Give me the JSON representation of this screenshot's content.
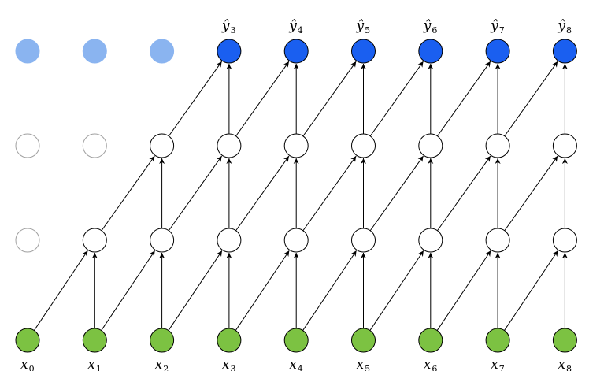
{
  "diagram": {
    "rows": [
      {
        "name": "output",
        "nodes": [
          {
            "color": "#8ab4f0",
            "faded": true
          },
          {
            "color": "#8ab4f0",
            "faded": true
          },
          {
            "color": "#8ab4f0",
            "faded": true
          },
          {
            "color": "#1a5ff0",
            "label_base": "ŷ",
            "label_sub": "3"
          },
          {
            "color": "#1a5ff0",
            "label_base": "ŷ",
            "label_sub": "4"
          },
          {
            "color": "#1a5ff0",
            "label_base": "ŷ",
            "label_sub": "5"
          },
          {
            "color": "#1a5ff0",
            "label_base": "ŷ",
            "label_sub": "6"
          },
          {
            "color": "#1a5ff0",
            "label_base": "ŷ",
            "label_sub": "7"
          },
          {
            "color": "#1a5ff0",
            "label_base": "ŷ",
            "label_sub": "8"
          }
        ]
      },
      {
        "name": "hidden-2",
        "nodes": [
          {
            "color": "#ffffff",
            "faded": true
          },
          {
            "color": "#ffffff",
            "faded": true
          },
          {
            "color": "#ffffff"
          },
          {
            "color": "#ffffff"
          },
          {
            "color": "#ffffff"
          },
          {
            "color": "#ffffff"
          },
          {
            "color": "#ffffff"
          },
          {
            "color": "#ffffff"
          },
          {
            "color": "#ffffff"
          }
        ]
      },
      {
        "name": "hidden-1",
        "nodes": [
          {
            "color": "#ffffff",
            "faded": true
          },
          {
            "color": "#ffffff"
          },
          {
            "color": "#ffffff"
          },
          {
            "color": "#ffffff"
          },
          {
            "color": "#ffffff"
          },
          {
            "color": "#ffffff"
          },
          {
            "color": "#ffffff"
          },
          {
            "color": "#ffffff"
          },
          {
            "color": "#ffffff"
          }
        ]
      },
      {
        "name": "input",
        "nodes": [
          {
            "color": "#7cc242",
            "label_base": "x",
            "label_sub": "0"
          },
          {
            "color": "#7cc242",
            "label_base": "x",
            "label_sub": "1"
          },
          {
            "color": "#7cc242",
            "label_base": "x",
            "label_sub": "2"
          },
          {
            "color": "#7cc242",
            "label_base": "x",
            "label_sub": "3"
          },
          {
            "color": "#7cc242",
            "label_base": "x",
            "label_sub": "4"
          },
          {
            "color": "#7cc242",
            "label_base": "x",
            "label_sub": "5"
          },
          {
            "color": "#7cc242",
            "label_base": "x",
            "label_sub": "6"
          },
          {
            "color": "#7cc242",
            "label_base": "x",
            "label_sub": "7"
          },
          {
            "color": "#7cc242",
            "label_base": "x",
            "label_sub": "8"
          }
        ]
      }
    ],
    "edges": [
      {
        "from": [
          3,
          0
        ],
        "to": [
          2,
          1
        ]
      },
      {
        "from": [
          3,
          1
        ],
        "to": [
          2,
          1
        ]
      },
      {
        "from": [
          3,
          1
        ],
        "to": [
          2,
          2
        ]
      },
      {
        "from": [
          3,
          2
        ],
        "to": [
          2,
          2
        ]
      },
      {
        "from": [
          3,
          2
        ],
        "to": [
          2,
          3
        ]
      },
      {
        "from": [
          3,
          3
        ],
        "to": [
          2,
          3
        ]
      },
      {
        "from": [
          3,
          3
        ],
        "to": [
          2,
          4
        ]
      },
      {
        "from": [
          3,
          4
        ],
        "to": [
          2,
          4
        ]
      },
      {
        "from": [
          3,
          4
        ],
        "to": [
          2,
          5
        ]
      },
      {
        "from": [
          3,
          5
        ],
        "to": [
          2,
          5
        ]
      },
      {
        "from": [
          3,
          5
        ],
        "to": [
          2,
          6
        ]
      },
      {
        "from": [
          3,
          6
        ],
        "to": [
          2,
          6
        ]
      },
      {
        "from": [
          3,
          6
        ],
        "to": [
          2,
          7
        ]
      },
      {
        "from": [
          3,
          7
        ],
        "to": [
          2,
          7
        ]
      },
      {
        "from": [
          3,
          7
        ],
        "to": [
          2,
          8
        ]
      },
      {
        "from": [
          3,
          8
        ],
        "to": [
          2,
          8
        ]
      },
      {
        "from": [
          2,
          1
        ],
        "to": [
          1,
          2
        ]
      },
      {
        "from": [
          2,
          2
        ],
        "to": [
          1,
          2
        ]
      },
      {
        "from": [
          2,
          2
        ],
        "to": [
          1,
          3
        ]
      },
      {
        "from": [
          2,
          3
        ],
        "to": [
          1,
          3
        ]
      },
      {
        "from": [
          2,
          3
        ],
        "to": [
          1,
          4
        ]
      },
      {
        "from": [
          2,
          4
        ],
        "to": [
          1,
          4
        ]
      },
      {
        "from": [
          2,
          4
        ],
        "to": [
          1,
          5
        ]
      },
      {
        "from": [
          2,
          5
        ],
        "to": [
          1,
          5
        ]
      },
      {
        "from": [
          2,
          5
        ],
        "to": [
          1,
          6
        ]
      },
      {
        "from": [
          2,
          6
        ],
        "to": [
          1,
          6
        ]
      },
      {
        "from": [
          2,
          6
        ],
        "to": [
          1,
          7
        ]
      },
      {
        "from": [
          2,
          7
        ],
        "to": [
          1,
          7
        ]
      },
      {
        "from": [
          2,
          7
        ],
        "to": [
          1,
          8
        ]
      },
      {
        "from": [
          2,
          8
        ],
        "to": [
          1,
          8
        ]
      },
      {
        "from": [
          1,
          2
        ],
        "to": [
          0,
          3
        ]
      },
      {
        "from": [
          1,
          3
        ],
        "to": [
          0,
          3
        ]
      },
      {
        "from": [
          1,
          3
        ],
        "to": [
          0,
          4
        ]
      },
      {
        "from": [
          1,
          4
        ],
        "to": [
          0,
          4
        ]
      },
      {
        "from": [
          1,
          4
        ],
        "to": [
          0,
          5
        ]
      },
      {
        "from": [
          1,
          5
        ],
        "to": [
          0,
          5
        ]
      },
      {
        "from": [
          1,
          5
        ],
        "to": [
          0,
          6
        ]
      },
      {
        "from": [
          1,
          6
        ],
        "to": [
          0,
          6
        ]
      },
      {
        "from": [
          1,
          6
        ],
        "to": [
          0,
          7
        ]
      },
      {
        "from": [
          1,
          7
        ],
        "to": [
          0,
          7
        ]
      },
      {
        "from": [
          1,
          7
        ],
        "to": [
          0,
          8
        ]
      },
      {
        "from": [
          1,
          8
        ],
        "to": [
          0,
          8
        ]
      }
    ]
  }
}
